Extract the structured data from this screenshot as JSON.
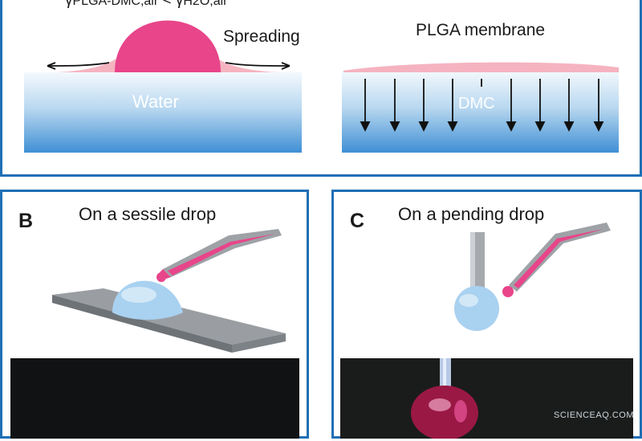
{
  "panel_a": {
    "equation": {
      "gamma1": "γ",
      "sub1": "PLGA-DMC,air",
      "less_than": " < ",
      "gamma2": "γ",
      "sub2": "H",
      "sub2b": "2",
      "sub2c": "O,air"
    },
    "spreading_label": "Spreading",
    "water_label": "Water",
    "membrane_label": "PLGA membrane",
    "dmc_label": "DMC"
  },
  "panel_b": {
    "letter": "B",
    "title": "On a sessile drop"
  },
  "panel_c": {
    "letter": "C",
    "title": "On a pending drop"
  },
  "watermark": "SCIENCEAQ.COM",
  "colors": {
    "frame": "#1f6fb5",
    "drop_pink": "#e8458a",
    "film_pink": "#f5b3c0",
    "water_blue": "#3f8fd4"
  }
}
